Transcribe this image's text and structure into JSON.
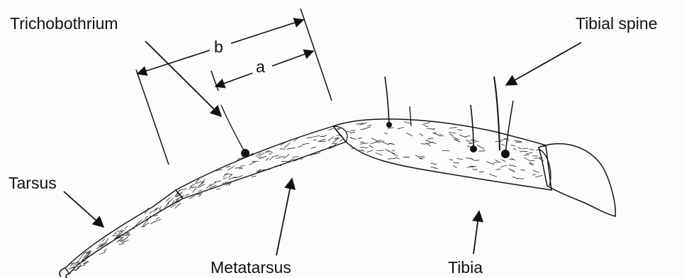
{
  "labels": {
    "trichobothrium": "Trichobothrium",
    "tibial_spine": "Tibial spine",
    "tarsus": "Tarsus",
    "metatarsus": "Metatarsus",
    "tibia": "Tibia",
    "dimension_a": "a",
    "dimension_b": "b"
  },
  "colors": {
    "ink": "#111111",
    "background": "#fcfcfa"
  }
}
